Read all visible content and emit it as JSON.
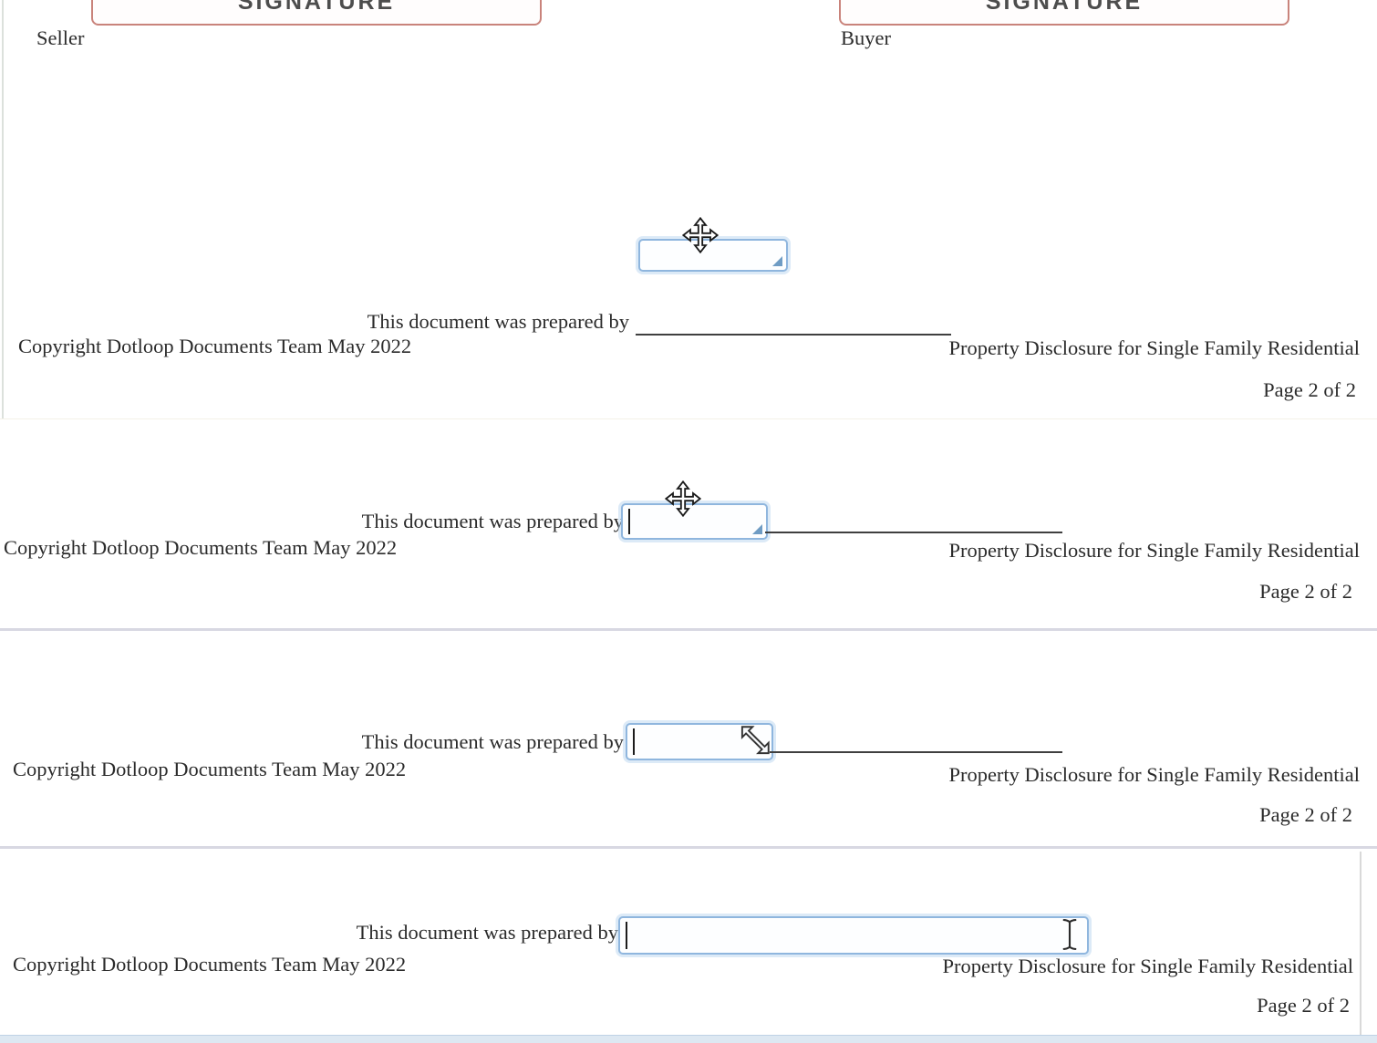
{
  "document": {
    "signature_section": {
      "signature_placeholder": "SIGNATURE",
      "seller_label": "Seller",
      "buyer_label": "Buyer"
    },
    "footer": {
      "prepared_by_label": "This document was prepared by",
      "copyright_line": "Copyright Dotloop Documents Team May 2022",
      "document_title": "Property Disclosure for Single Family Residential",
      "page_indicator": "Page 2 of 2"
    },
    "text_field": {
      "value": ""
    }
  },
  "cursors": {
    "frame_1": "move",
    "frame_2": "move",
    "frame_3": "resize-diagonal",
    "frame_4": "text-ibeam"
  },
  "colors": {
    "field_border": "#8fb6de",
    "field_handle": "#6f9cc4",
    "signature_box_border": "#c9837b",
    "document_text": "#2b2b2b",
    "frame_divider": "#d8d8e2",
    "bottom_edge": "#dde8f2"
  }
}
